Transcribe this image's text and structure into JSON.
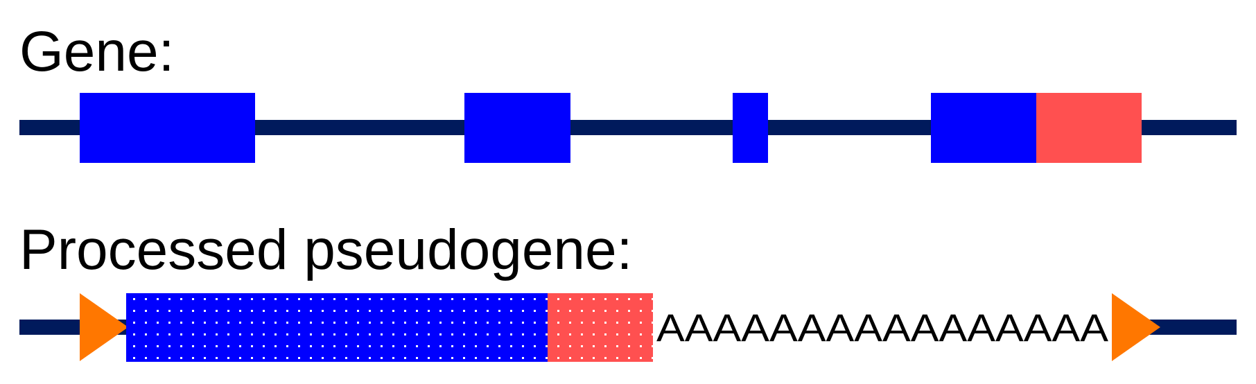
{
  "gene": {
    "label": "Gene:"
  },
  "pseudogene": {
    "label": "Processed pseudogene:",
    "polya_tail": "AAAAAAAAAAAAAAAA"
  },
  "colors": {
    "backbone": "#001a5c",
    "coding": "#0000ff",
    "utr": "#ff5050",
    "repeat_marker": "#ff7700",
    "dot_pattern": "#ffffff"
  }
}
